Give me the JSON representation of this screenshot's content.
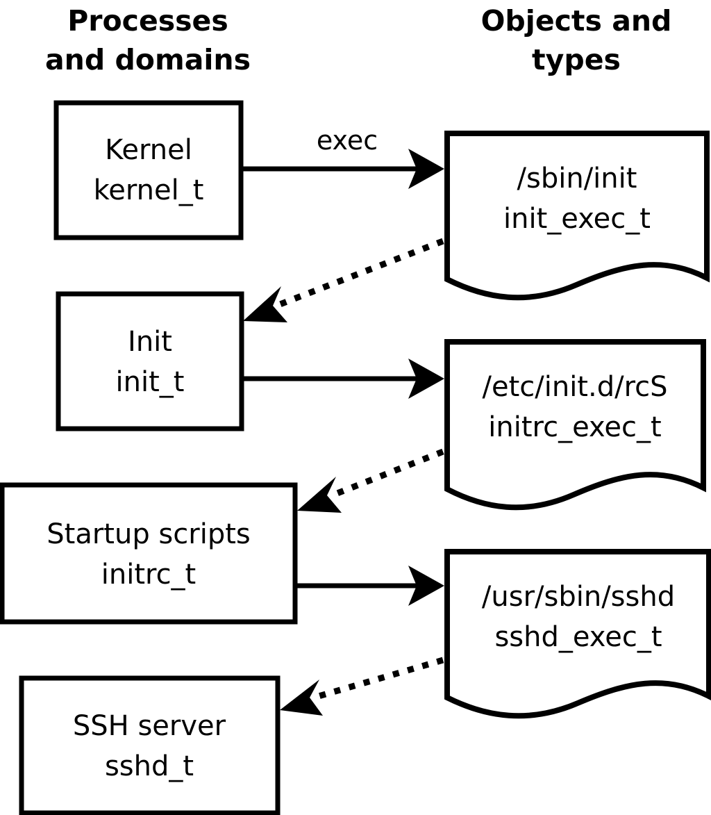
{
  "diagram": {
    "title_left": "Processes\nand domains",
    "columns": {
      "left": {
        "line1": "Processes",
        "line2": "and domains"
      },
      "right": {
        "line1": "Objects and",
        "line2": "types"
      }
    },
    "process_nodes": [
      {
        "id": "kernel",
        "line1": "Kernel",
        "line2": "kernel_t"
      },
      {
        "id": "init",
        "line1": "Init",
        "line2": "init_t"
      },
      {
        "id": "initrc",
        "line1": "Startup scripts",
        "line2": "initrc_t"
      },
      {
        "id": "sshd",
        "line1": "SSH server",
        "line2": "sshd_t"
      }
    ],
    "object_nodes": [
      {
        "id": "init_exec",
        "line1": "/sbin/init",
        "line2": "init_exec_t"
      },
      {
        "id": "initrc_exec",
        "line1": "/etc/init.d/rcS",
        "line2": "initrc_exec_t"
      },
      {
        "id": "sshd_exec",
        "line1": "/usr/sbin/sshd",
        "line2": "sshd_exec_t"
      }
    ],
    "edges": [
      {
        "id": "kernel-exec-init",
        "label": "exec",
        "style": "solid",
        "from": "kernel",
        "to": "init_exec"
      },
      {
        "id": "initexec-to-init",
        "label": "",
        "style": "dotted",
        "from": "init_exec",
        "to": "init"
      },
      {
        "id": "init-exec-initrc",
        "label": "",
        "style": "solid",
        "from": "init",
        "to": "initrc_exec"
      },
      {
        "id": "initrcexec-to-initrc",
        "label": "",
        "style": "dotted",
        "from": "initrc_exec",
        "to": "initrc"
      },
      {
        "id": "initrc-exec-sshd",
        "label": "",
        "style": "solid",
        "from": "initrc",
        "to": "sshd_exec"
      },
      {
        "id": "sshdexec-to-sshd",
        "label": "",
        "style": "dotted",
        "from": "sshd_exec",
        "to": "sshd"
      }
    ],
    "colors": {
      "background": "#ffffff",
      "stroke": "#000000",
      "text": "#000000"
    }
  }
}
